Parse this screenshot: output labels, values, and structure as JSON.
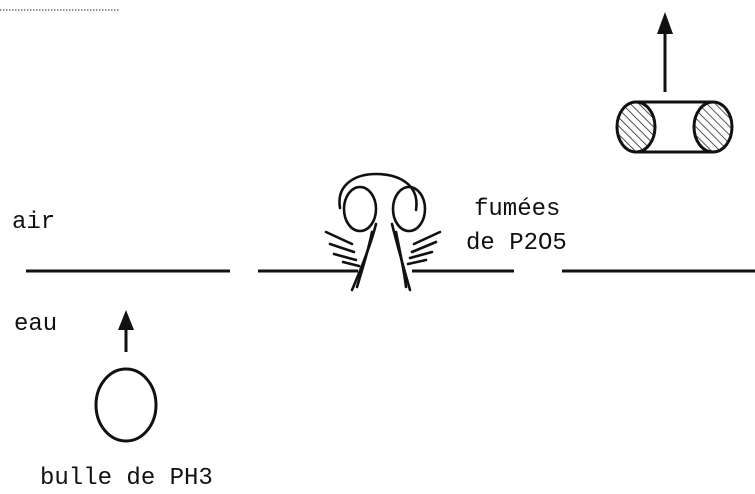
{
  "labels": {
    "air": "air",
    "eau": "eau",
    "fumees_line1": "fumées",
    "fumees_line2": "de P2O5",
    "bulle": "bulle de PH3"
  },
  "colors": {
    "ink": "#111111",
    "background": "#ffffff"
  }
}
